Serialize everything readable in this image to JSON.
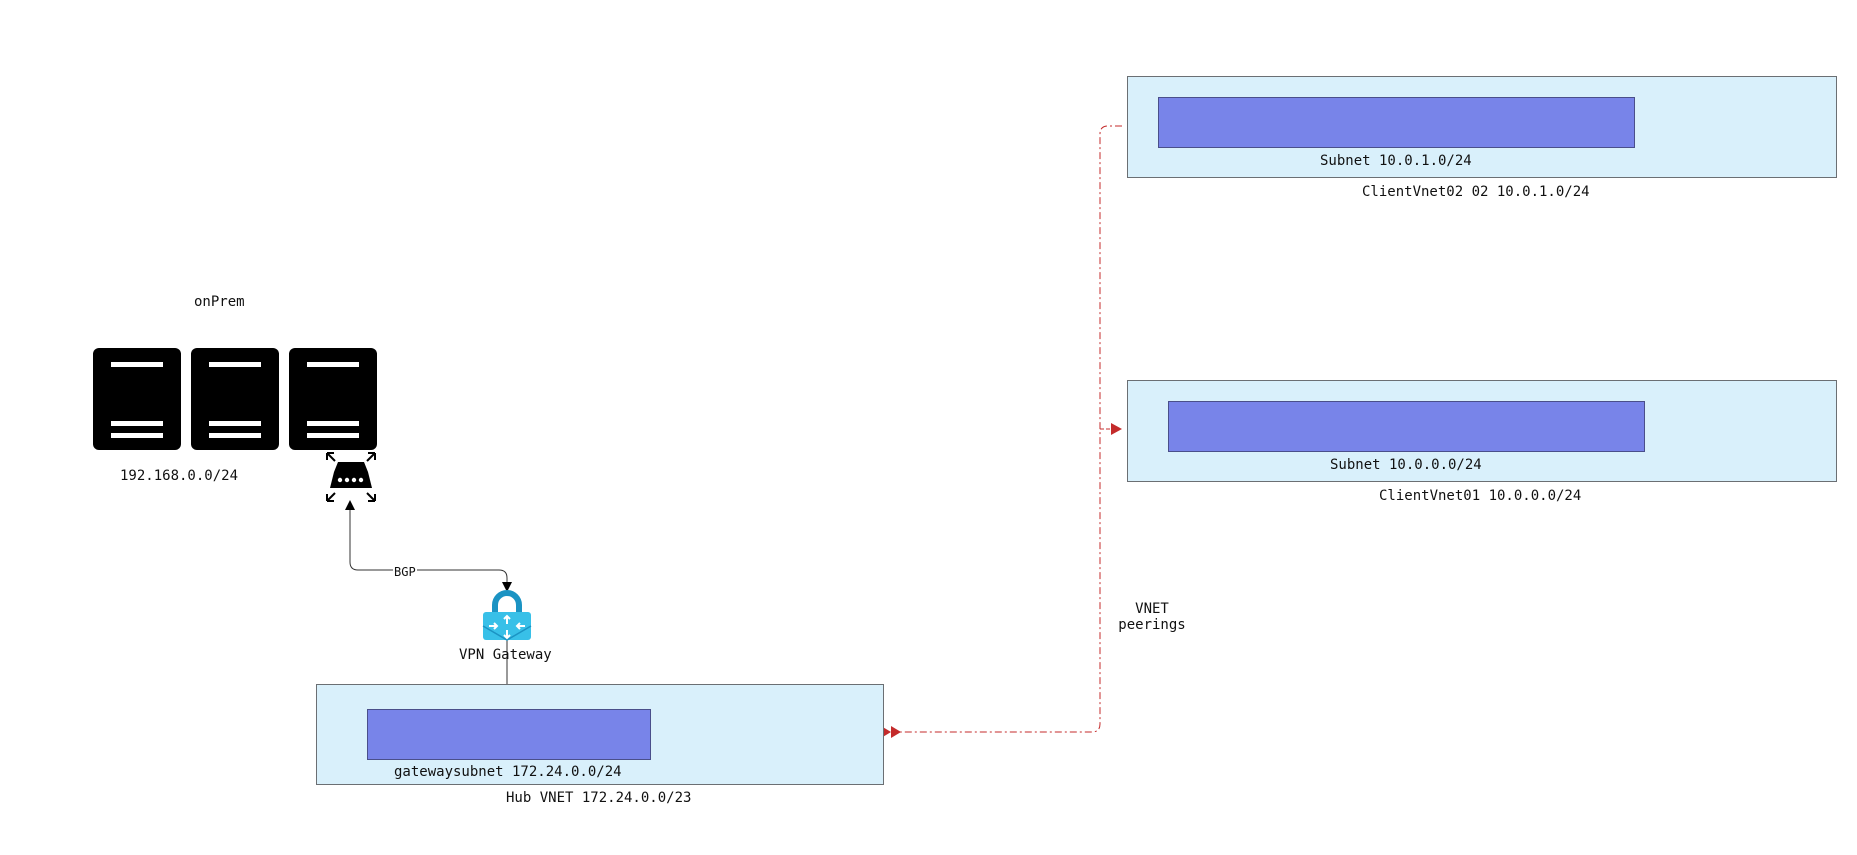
{
  "colors": {
    "vnet_fill": "#d9f0fb",
    "subnet_fill": "#7884e9",
    "peering_line": "#c42b2b",
    "bgp_line": "#333333",
    "server_fill": "#000000",
    "vpn_body": "#38c0e8",
    "vpn_shackle": "#1b93c3"
  },
  "onprem": {
    "title": "onPrem",
    "cidr": "192.168.0.0/24",
    "server_icon": "server-rack-icon",
    "router_icon": "network-router-icon"
  },
  "vpn_gateway": {
    "label": "VPN Gateway",
    "icon": "vpn-gateway-lock-icon"
  },
  "bgp_label": "BGP",
  "peering_label_line1": "VNET",
  "peering_label_line2": "peerings",
  "hub": {
    "vnet_label": "Hub VNET 172.24.0.0/23",
    "subnet_label": "gatewaysubnet 172.24.0.0/24"
  },
  "client02": {
    "vnet_label": "ClientVnet02 02 10.0.1.0/24",
    "subnet_label": "Subnet 10.0.1.0/24"
  },
  "client01": {
    "vnet_label": "ClientVnet01 10.0.0.0/24",
    "subnet_label": "Subnet 10.0.0.0/24"
  }
}
